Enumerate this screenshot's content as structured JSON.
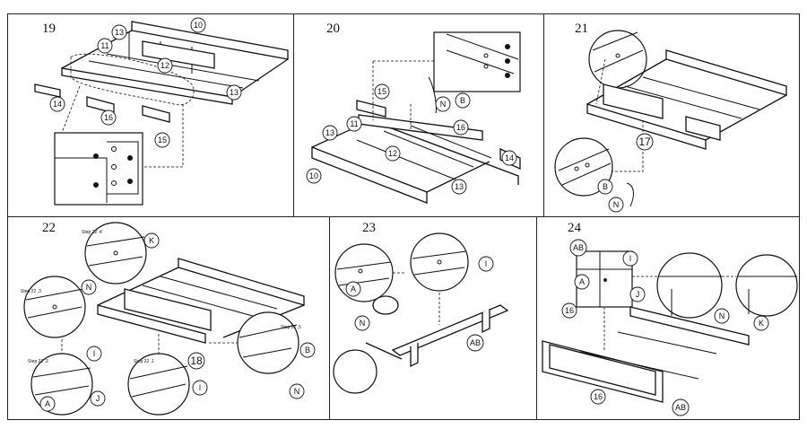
{
  "steps": [
    {
      "number": "19",
      "labels": [
        "10",
        "11",
        "12",
        "13",
        "13",
        "14",
        "15",
        "16"
      ]
    },
    {
      "number": "20",
      "labels": [
        "10",
        "11",
        "12",
        "13",
        "13",
        "14",
        "15",
        "16",
        "N",
        "B"
      ]
    },
    {
      "number": "21",
      "labels": [
        "17",
        "B",
        "N"
      ]
    },
    {
      "number": "22",
      "labels": [
        "K",
        "N",
        "I",
        "A",
        "J",
        "I",
        "18",
        "B",
        "N"
      ],
      "substeps": [
        "Step 22 .4",
        "Step 22 .3",
        "Step 22 .2",
        "Step 22 .1",
        "Step 22 .5"
      ]
    },
    {
      "number": "23",
      "labels": [
        "I",
        "A",
        "N",
        "AB"
      ]
    },
    {
      "number": "24",
      "labels": [
        "AB",
        "I",
        "A",
        "J",
        "16",
        "N",
        "K",
        "16",
        "AB"
      ]
    }
  ]
}
